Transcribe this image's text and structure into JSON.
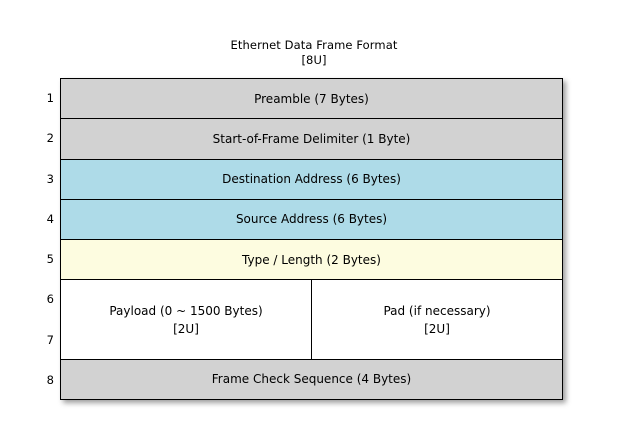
{
  "title": {
    "main": "Ethernet Data Frame Format",
    "sub": "[8U]"
  },
  "colors": {
    "header_gray": "#d2d2d2",
    "address_blue": "#aedbe8",
    "type_yellow": "#fdfce0",
    "payload_white": "#ffffff",
    "border": "#000000",
    "background": "#ffffff"
  },
  "row_numbers": [
    "1",
    "2",
    "3",
    "4",
    "5",
    "6",
    "7",
    "8"
  ],
  "diagram": {
    "rows": [
      {
        "number": "1",
        "label": "Preamble (7 Bytes)",
        "fill": "gray"
      },
      {
        "number": "2",
        "label": "Start-of-Frame Delimiter (1 Byte)",
        "fill": "gray"
      },
      {
        "number": "3",
        "label": "Destination Address (6 Bytes)",
        "fill": "blue"
      },
      {
        "number": "4",
        "label": "Source Address (6 Bytes)",
        "fill": "blue"
      },
      {
        "number": "5",
        "label": "Type / Length (2 Bytes)",
        "fill": "yellow"
      },
      {
        "number": "6-7",
        "fill": "white",
        "split": true,
        "cells": [
          {
            "label": "Payload (0 ~ 1500 Bytes)",
            "annotation": "[2U]"
          },
          {
            "label": "Pad (if necessary)",
            "annotation": "[2U]"
          }
        ]
      },
      {
        "number": "8",
        "label": "Frame Check Sequence (4 Bytes)",
        "fill": "gray"
      }
    ]
  }
}
